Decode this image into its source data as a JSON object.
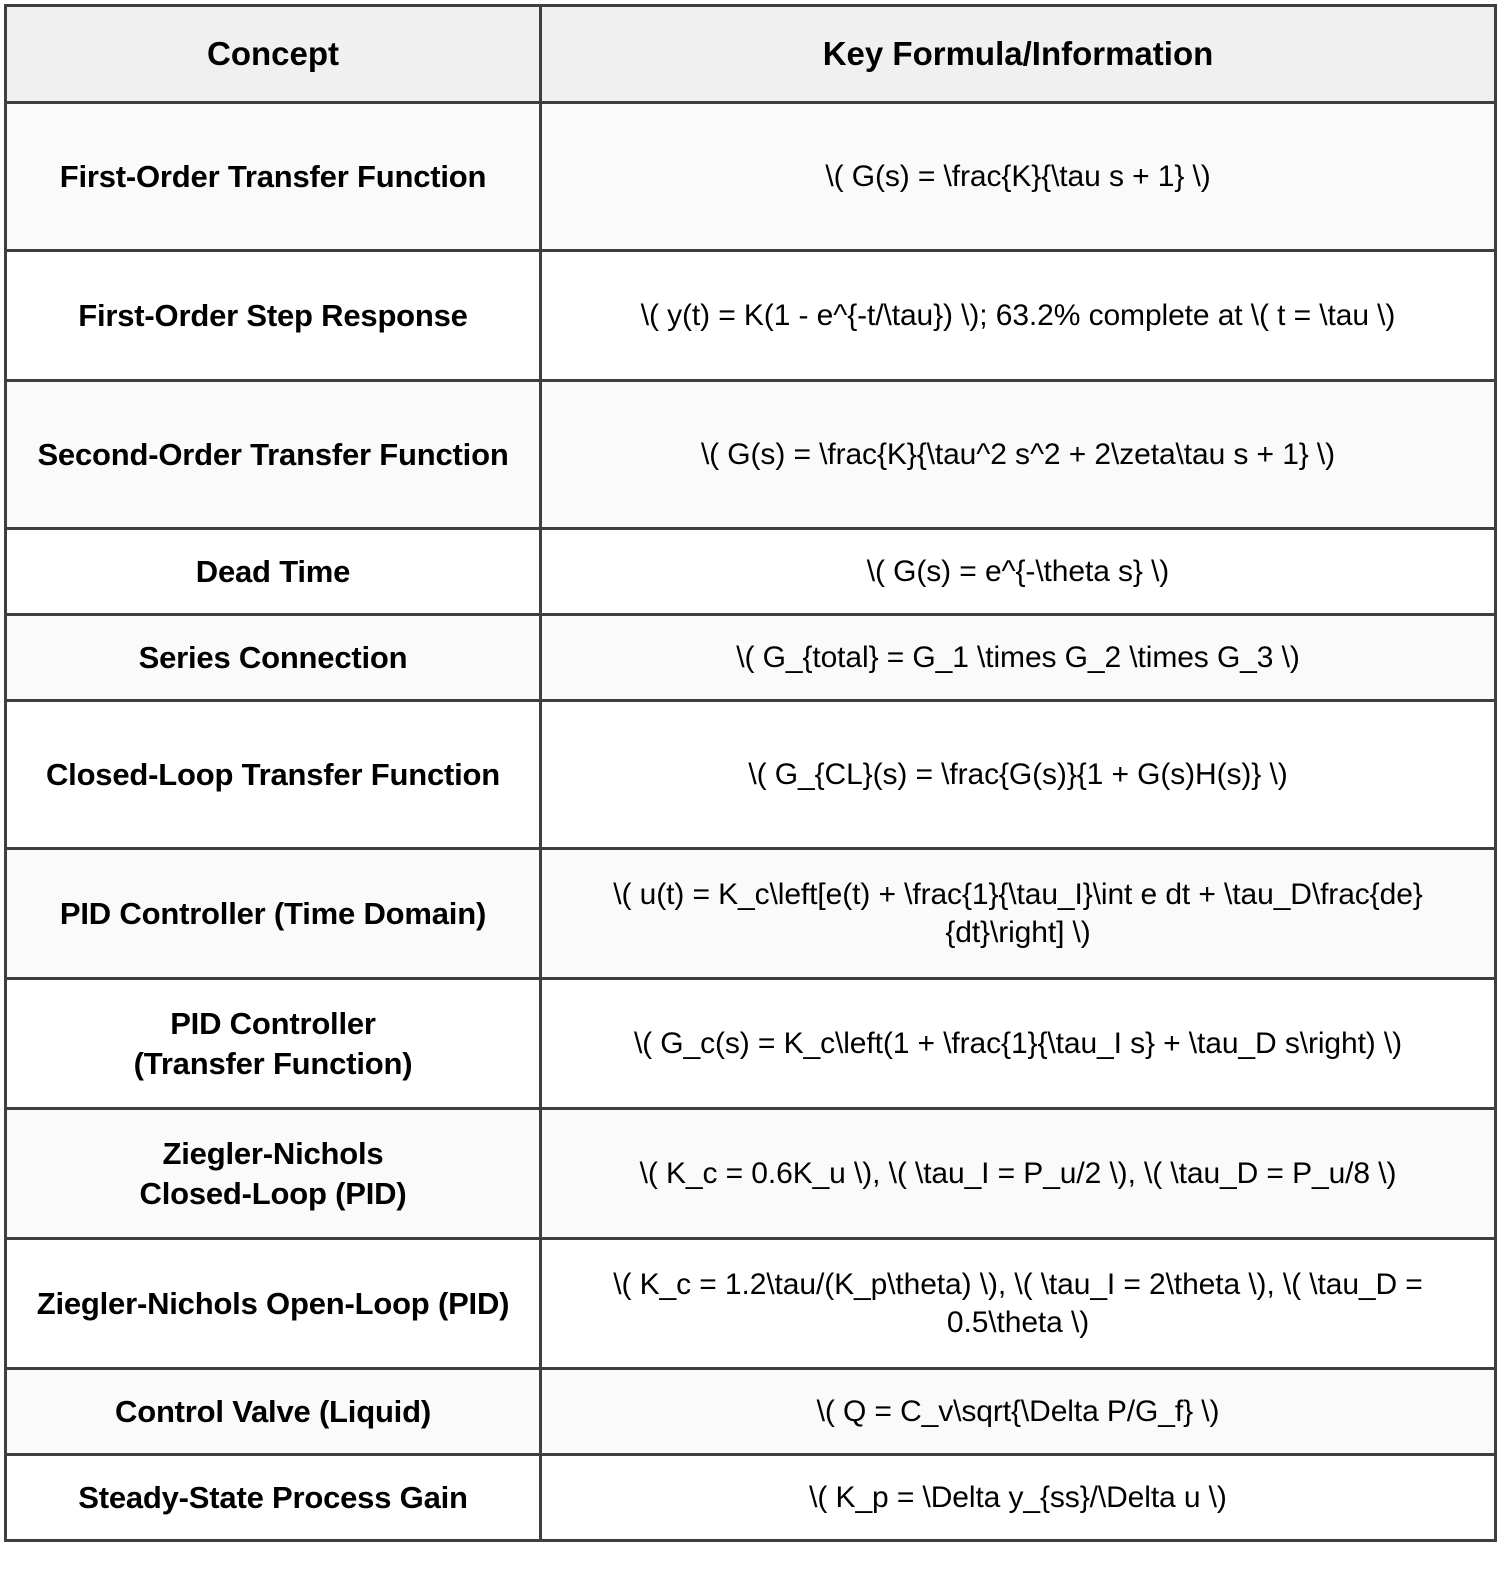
{
  "table": {
    "columns": [
      {
        "key": "concept",
        "label": "Concept"
      },
      {
        "key": "formula",
        "label": "Key Formula/Information"
      }
    ],
    "rows": [
      {
        "concept": "First-Order Transfer Function",
        "formula": "\\( G(s) = \\frac{K}{\\tau s + 1} \\)"
      },
      {
        "concept": "First-Order Step Response",
        "formula": "\\( y(t) = K(1 - e^{-t/\\tau}) \\); 63.2% complete at \\( t = \\tau \\)"
      },
      {
        "concept": "Second-Order Transfer Function",
        "formula": "\\( G(s) = \\frac{K}{\\tau^2 s^2 + 2\\zeta\\tau s + 1} \\)"
      },
      {
        "concept": "Dead Time",
        "formula": "\\( G(s) = e^{-\\theta s} \\)"
      },
      {
        "concept": "Series Connection",
        "formula": "\\( G_{total} = G_1 \\times G_2 \\times G_3 \\)"
      },
      {
        "concept": "Closed-Loop Transfer Function",
        "formula": "\\( G_{CL}(s) = \\frac{G(s)}{1 + G(s)H(s)} \\)"
      },
      {
        "concept": "PID Controller (Time Domain)",
        "formula": "\\( u(t) = K_c\\left[e(t) + \\frac{1}{\\tau_I}\\int e dt + \\tau_D\\frac{de}{dt}\\right] \\)"
      },
      {
        "concept": "PID Controller\n(Transfer Function)",
        "formula": "\\( G_c(s) = K_c\\left(1 + \\frac{1}{\\tau_I s} + \\tau_D s\\right) \\)"
      },
      {
        "concept": "Ziegler-Nichols\nClosed-Loop (PID)",
        "formula": "\\( K_c = 0.6K_u \\), \\( \\tau_I = P_u/2 \\), \\( \\tau_D = P_u/8 \\)"
      },
      {
        "concept": "Ziegler-Nichols Open-Loop (PID)",
        "formula": "\\( K_c = 1.2\\tau/(K_p\\theta) \\), \\( \\tau_I = 2\\theta \\), \\( \\tau_D = 0.5\\theta \\)"
      },
      {
        "concept": "Control Valve (Liquid)",
        "formula": "\\( Q = C_v\\sqrt{\\Delta P/G_f} \\)"
      },
      {
        "concept": "Steady-State Process Gain",
        "formula": "\\( K_p = \\Delta y_{ss}/\\Delta u \\)"
      }
    ]
  },
  "colors": {
    "border": "#3f3f3f",
    "header_bg": "#f0f0f0",
    "row_odd_bg": "#fafafa",
    "row_even_bg": "#ffffff",
    "text": "#000000",
    "page_bg": "#ffffff"
  }
}
